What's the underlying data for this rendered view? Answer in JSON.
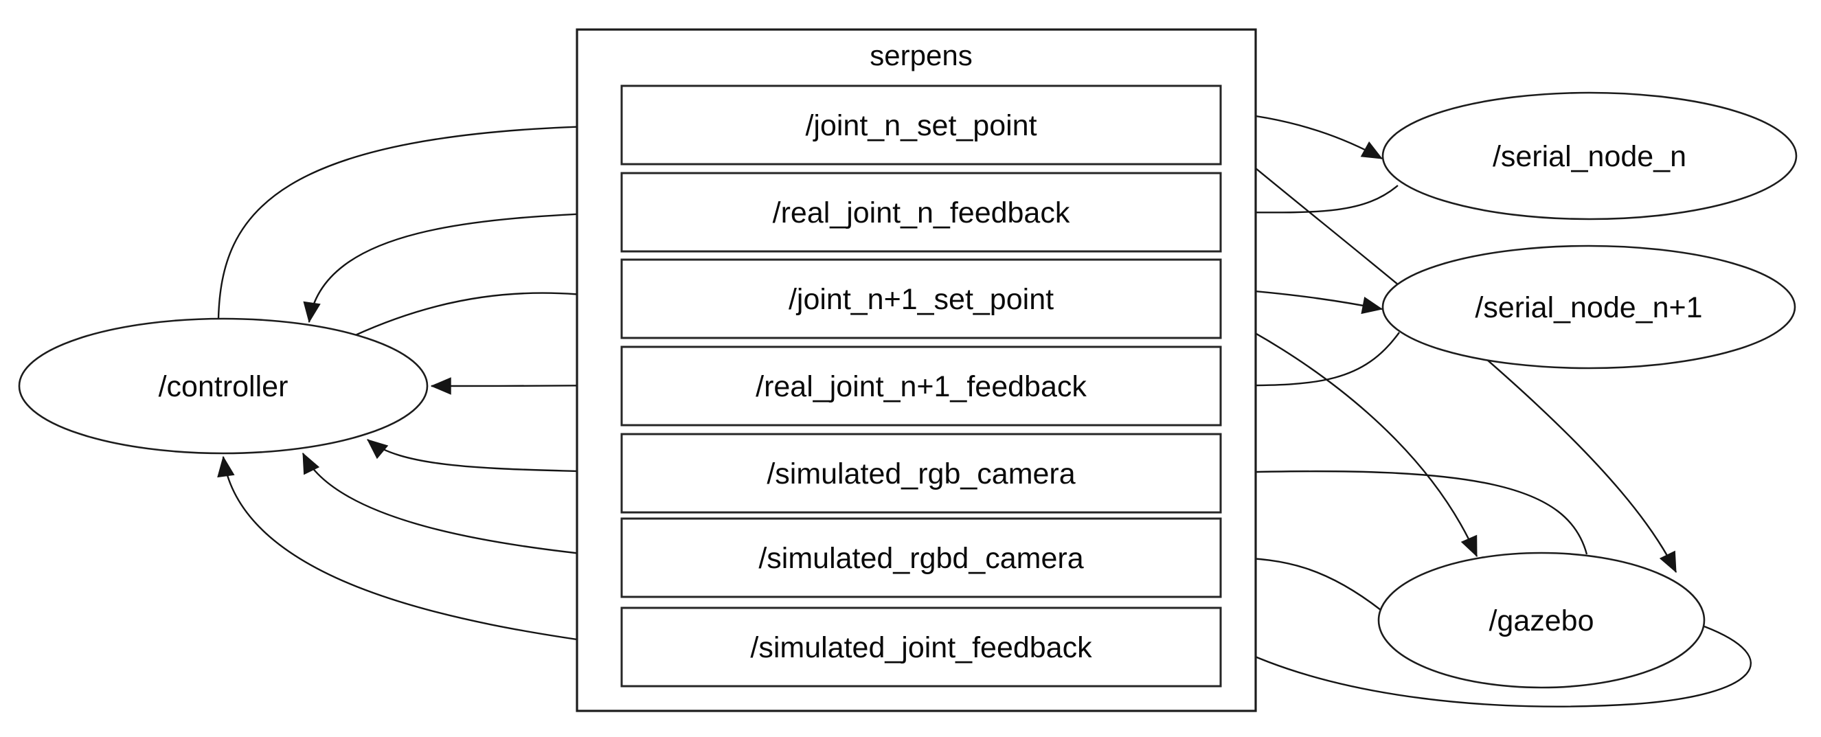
{
  "diagram": {
    "title": "serpens",
    "group": {
      "label": "serpens"
    },
    "topics": [
      {
        "label": "/joint_n_set_point"
      },
      {
        "label": "/real_joint_n_feedback"
      },
      {
        "label": "/joint_n+1_set_point"
      },
      {
        "label": "/real_joint_n+1_feedback"
      },
      {
        "label": "/simulated_rgb_camera"
      },
      {
        "label": "/simulated_rgbd_camera"
      },
      {
        "label": "/simulated_joint_feedback"
      }
    ],
    "nodes": [
      {
        "label": "/controller"
      },
      {
        "label": "/serial_node_n"
      },
      {
        "label": "/serial_node_n+1"
      },
      {
        "label": "/gazebo"
      }
    ],
    "edges": [
      {
        "from": "/controller",
        "to": "/joint_n_set_point"
      },
      {
        "from": "/joint_n_set_point",
        "to": "/serial_node_n"
      },
      {
        "from": "/joint_n_set_point",
        "to": "/gazebo"
      },
      {
        "from": "/serial_node_n",
        "to": "/real_joint_n_feedback"
      },
      {
        "from": "/real_joint_n_feedback",
        "to": "/controller"
      },
      {
        "from": "/controller",
        "to": "/joint_n+1_set_point"
      },
      {
        "from": "/joint_n+1_set_point",
        "to": "/serial_node_n+1"
      },
      {
        "from": "/joint_n+1_set_point",
        "to": "/gazebo"
      },
      {
        "from": "/serial_node_n+1",
        "to": "/real_joint_n+1_feedback"
      },
      {
        "from": "/real_joint_n+1_feedback",
        "to": "/controller"
      },
      {
        "from": "/gazebo",
        "to": "/simulated_rgb_camera"
      },
      {
        "from": "/gazebo",
        "to": "/simulated_rgbd_camera"
      },
      {
        "from": "/gazebo",
        "to": "/simulated_joint_feedback"
      },
      {
        "from": "/simulated_rgb_camera",
        "to": "/controller"
      },
      {
        "from": "/simulated_rgbd_camera",
        "to": "/controller"
      },
      {
        "from": "/simulated_joint_feedback",
        "to": "/controller"
      }
    ],
    "colors": {
      "background": "#ffffff",
      "stroke": "#141414",
      "text": "#0a0a0a"
    }
  }
}
